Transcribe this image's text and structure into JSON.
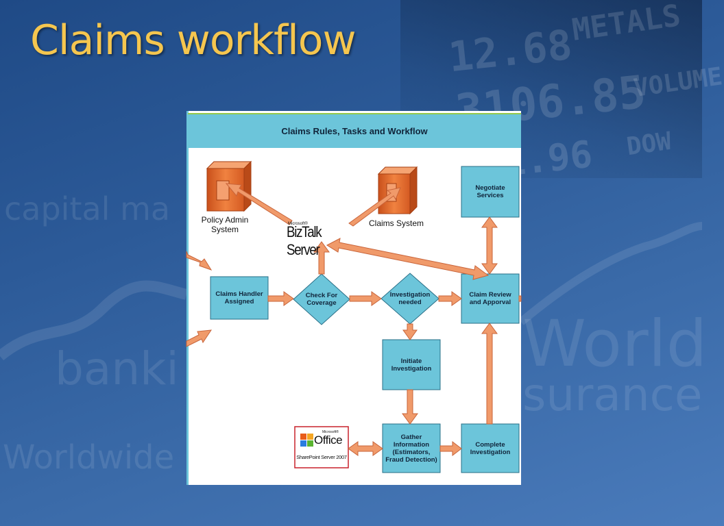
{
  "slide": {
    "title": "Claims workflow"
  },
  "background": {
    "watermarks": [
      "capital ma",
      "banki",
      "Worldwide",
      "World",
      "surance"
    ],
    "ticker": [
      "METALS",
      "12.68",
      "3106.85",
      "VOLUME",
      "1.96",
      "DOW"
    ]
  },
  "colors": {
    "title": "#f5c64f",
    "box_fill": "#6cc5da",
    "arrow": "#f09a6a",
    "arrow_stroke": "#c8643a",
    "server": "#e8722e"
  },
  "diagram": {
    "header": "Claims Rules, Tasks and Workflow",
    "systems": {
      "policy_admin": "Policy Admin\nSystem",
      "claims_system": "Claims System",
      "biztalk_microsoft": "Microsoft®",
      "biztalk_name": "BizTalk Server"
    },
    "nodes": {
      "negotiate": "Negotiate\nServices",
      "claims_handler": "Claims Handler\nAssigned",
      "check_coverage": "Check For\nCoverage",
      "investigation_needed": "Investigation\nneeded",
      "claim_review": "Claim Review\nand Apporval",
      "initiate_investigation": "Initiate\nInvestigation",
      "gather_information": "Gather\nInformation\n(Estimators,\nFraud Detection)",
      "complete_investigation": "Complete\nInvestigation"
    },
    "sharepoint": {
      "microsoft": "Microsoft®",
      "office": "Office",
      "server": "SharePoint Server 2007"
    }
  }
}
